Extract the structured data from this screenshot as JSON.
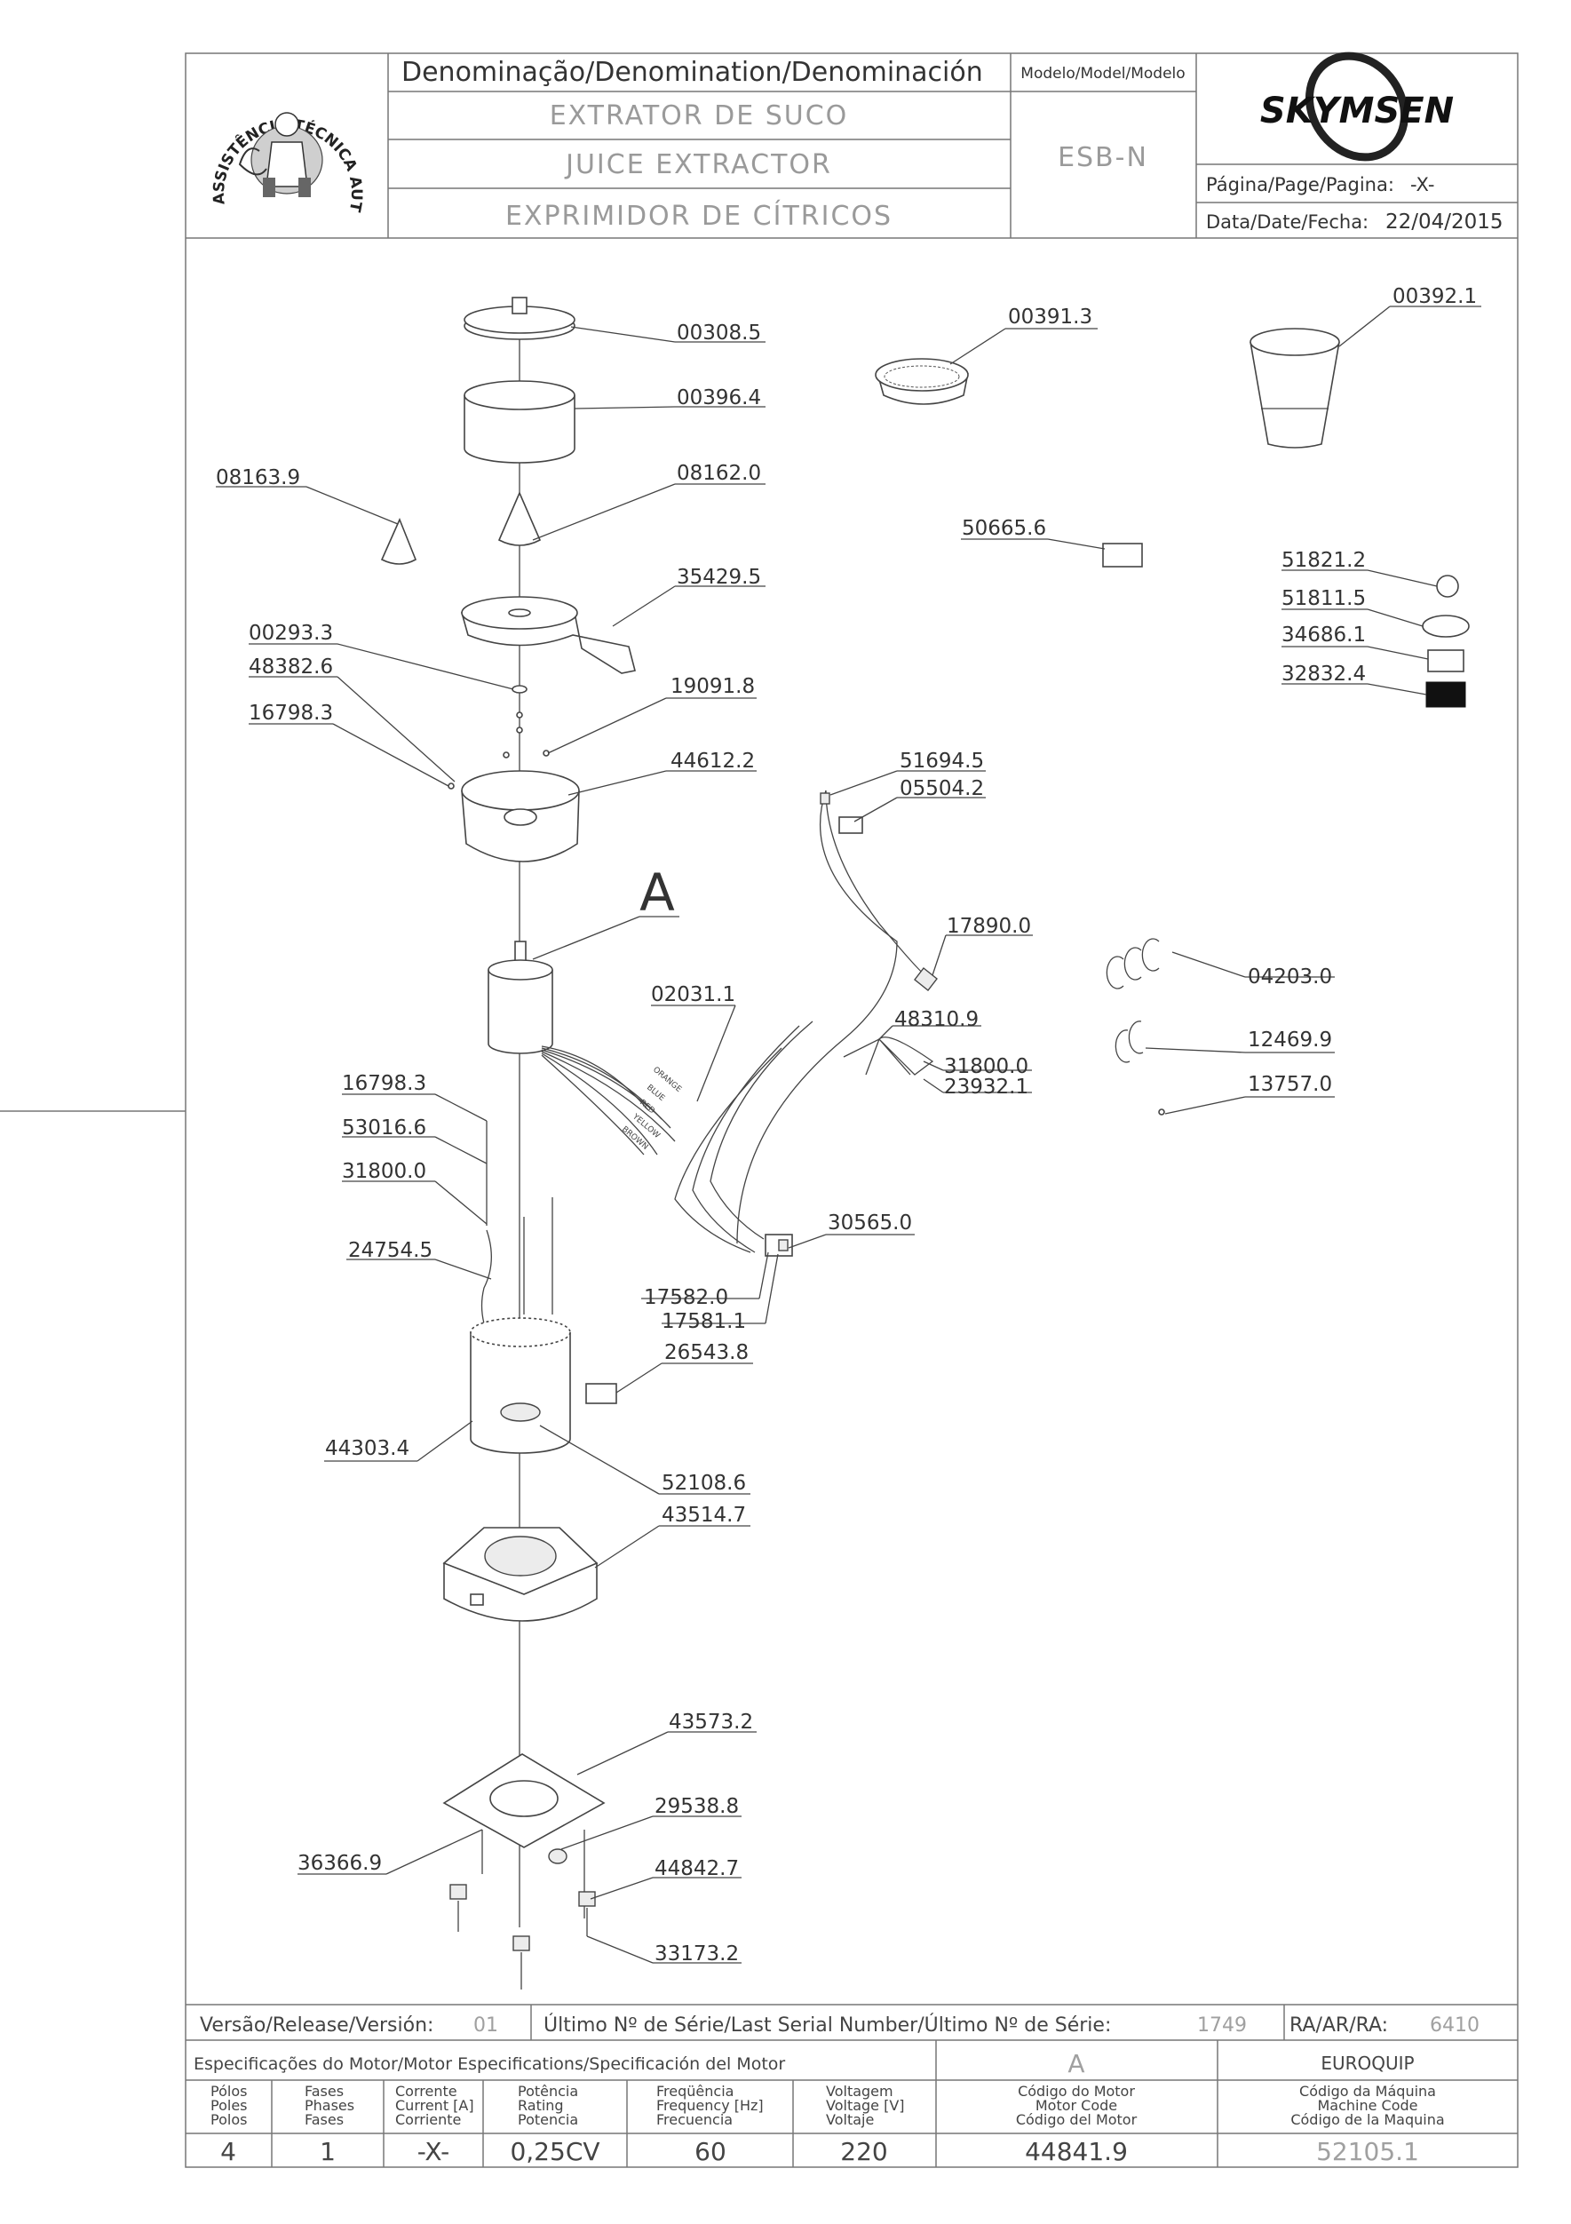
{
  "header": {
    "denomination_heading": "Denominação/Denomination/Denominación",
    "name_pt": "EXTRATOR DE SUCO",
    "name_en": "JUICE EXTRACTOR",
    "name_es": "EXPRIMIDOR DE CÍTRICOS",
    "model_heading": "Modelo/Model/Modelo",
    "model": "ESB-N",
    "brand": "SKYMSEN",
    "page_label": "Página/Page/Pagina:",
    "page_value": "-X-",
    "date_label": "Data/Date/Fecha:",
    "date_value": "22/04/2015",
    "seal_text": "ASSISTÊNCIA TÉCNICA AUTORIZADA"
  },
  "diagram": {
    "detail_marker": "A",
    "parts": [
      "00308.5",
      "00396.4",
      "08162.0",
      "08163.9",
      "35429.5",
      "00293.3",
      "48382.6",
      "16798.3",
      "19091.8",
      "44612.2",
      "00391.3",
      "00392.1",
      "50665.6",
      "51821.2",
      "51811.5",
      "34686.1",
      "32832.4",
      "51694.5",
      "05504.2",
      "17890.0",
      "04203.0",
      "02031.1",
      "48310.9",
      "31800.0",
      "23932.1",
      "12469.9",
      "13757.0",
      "16798.3",
      "53016.6",
      "31800.0",
      "24754.5",
      "30565.0",
      "17582.0",
      "17581.1",
      "26543.8",
      "44303.4",
      "52108.6",
      "43514.7",
      "43573.2",
      "29538.8",
      "36366.9",
      "44842.7",
      "33173.2"
    ],
    "motor_wire_labels": [
      "ORANGE",
      "BLUE",
      "RED",
      "YELLOW",
      "BROWN"
    ]
  },
  "footer": {
    "release_label": "Versão/Release/Versión:",
    "release_value": "01",
    "serial_label": "Último Nº de Série/Last Serial Number/Último Nº de Série:",
    "serial_value": "1749",
    "ra_label": "RA/AR/RA:",
    "ra_value": "6410",
    "motor_spec_label": "Especificações do Motor/Motor Especifications/Specificación del Motor",
    "motor_spec_value": "A",
    "maker": "EUROQUIP",
    "columns": [
      {
        "l1": "Pólos",
        "l2": "Poles",
        "l3": "Polos",
        "value": "4"
      },
      {
        "l1": "Fases",
        "l2": "Phases",
        "l3": "Fases",
        "value": "1"
      },
      {
        "l1": "Corrente",
        "l2": "Current [A]",
        "l3": "Corriente",
        "value": "-X-"
      },
      {
        "l1": "Potência",
        "l2": "Rating",
        "l3": "Potencia",
        "value": "0,25CV"
      },
      {
        "l1": "Freqüência",
        "l2": "Frequency [Hz]",
        "l3": "Frecuencia",
        "value": "60"
      },
      {
        "l1": "Voltagem",
        "l2": "Voltage [V]",
        "l3": "Voltaje",
        "value": "220"
      },
      {
        "l1": "Código do Motor",
        "l2": "Motor Code",
        "l3": "Código del Motor",
        "value": "44841.9"
      },
      {
        "l1": "Código da Máquina",
        "l2": "Machine Code",
        "l3": "Código de la Maquina",
        "value": "52105.1"
      }
    ]
  }
}
